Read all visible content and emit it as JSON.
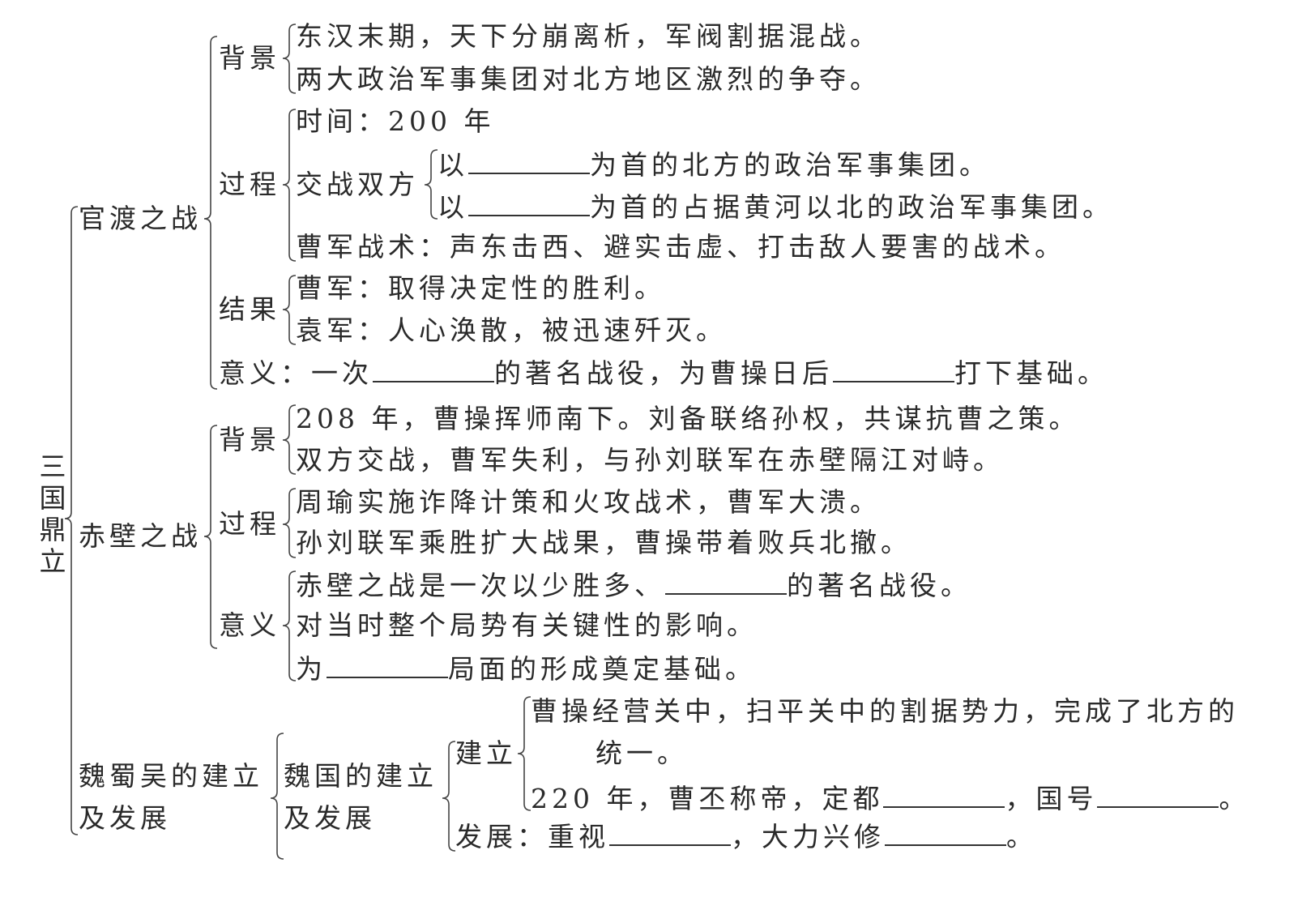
{
  "root": "三国鼎立",
  "guandu": {
    "title": "官渡之战",
    "background": {
      "label": "背景",
      "lines": [
        "东汉末期，天下分崩离析，军阀割据混战。",
        "两大政治军事集团对北方地区激烈的争夺。"
      ]
    },
    "process": {
      "label": "过程",
      "time": "时间：200 年",
      "sides_label": "交战双方",
      "side1": {
        "pre": "以",
        "post": "为首的北方的政治军事集团。"
      },
      "side2": {
        "pre": "以",
        "post": "为首的占据黄河以北的政治军事集团。"
      },
      "tactics": "曹军战术：声东击西、避实击虚、打击敌人要害的战术。"
    },
    "result": {
      "label": "结果",
      "lines": [
        "曹军：取得决定性的胜利。",
        "袁军：人心涣散，被迅速歼灭。"
      ]
    },
    "meaning": {
      "pre": "意义：一次",
      "mid": "的著名战役，为曹操日后",
      "post": "打下基础。"
    }
  },
  "chibi": {
    "title": "赤壁之战",
    "background": {
      "label": "背景",
      "lines": [
        "208 年，曹操挥师南下。刘备联络孙权，共谋抗曹之策。",
        "双方交战，曹军失利，与孙刘联军在赤壁隔江对峙。"
      ]
    },
    "process": {
      "label": "过程",
      "lines": [
        "周瑜实施诈降计策和火攻战术，曹军大溃。",
        "孙刘联军乘胜扩大战果，曹操带着败兵北撤。"
      ]
    },
    "meaning": {
      "label": "意义",
      "line1": {
        "pre": "赤壁之战是一次以少胜多、",
        "post": "的著名战役。"
      },
      "line2": "对当时整个局势有关键性的影响。",
      "line3": {
        "pre": "为",
        "post": "局面的形成奠定基础。"
      }
    }
  },
  "weishuwu": {
    "title_line1": "魏蜀吴的建立",
    "title_line2": "及发展",
    "wei": {
      "title_line1": "魏国的建立",
      "title_line2": "及发展",
      "establish": {
        "label": "建立",
        "line1": "曹操经营关中，扫平关中的割据势力，完成了北方的",
        "line1_cont": "统一。",
        "line2": {
          "pre": "220 年，曹丕称帝，定都",
          "mid": "，国号",
          "post": "。"
        }
      },
      "develop": {
        "pre": "发展：重视",
        "mid": "，大力兴修",
        "post": "。"
      }
    }
  }
}
